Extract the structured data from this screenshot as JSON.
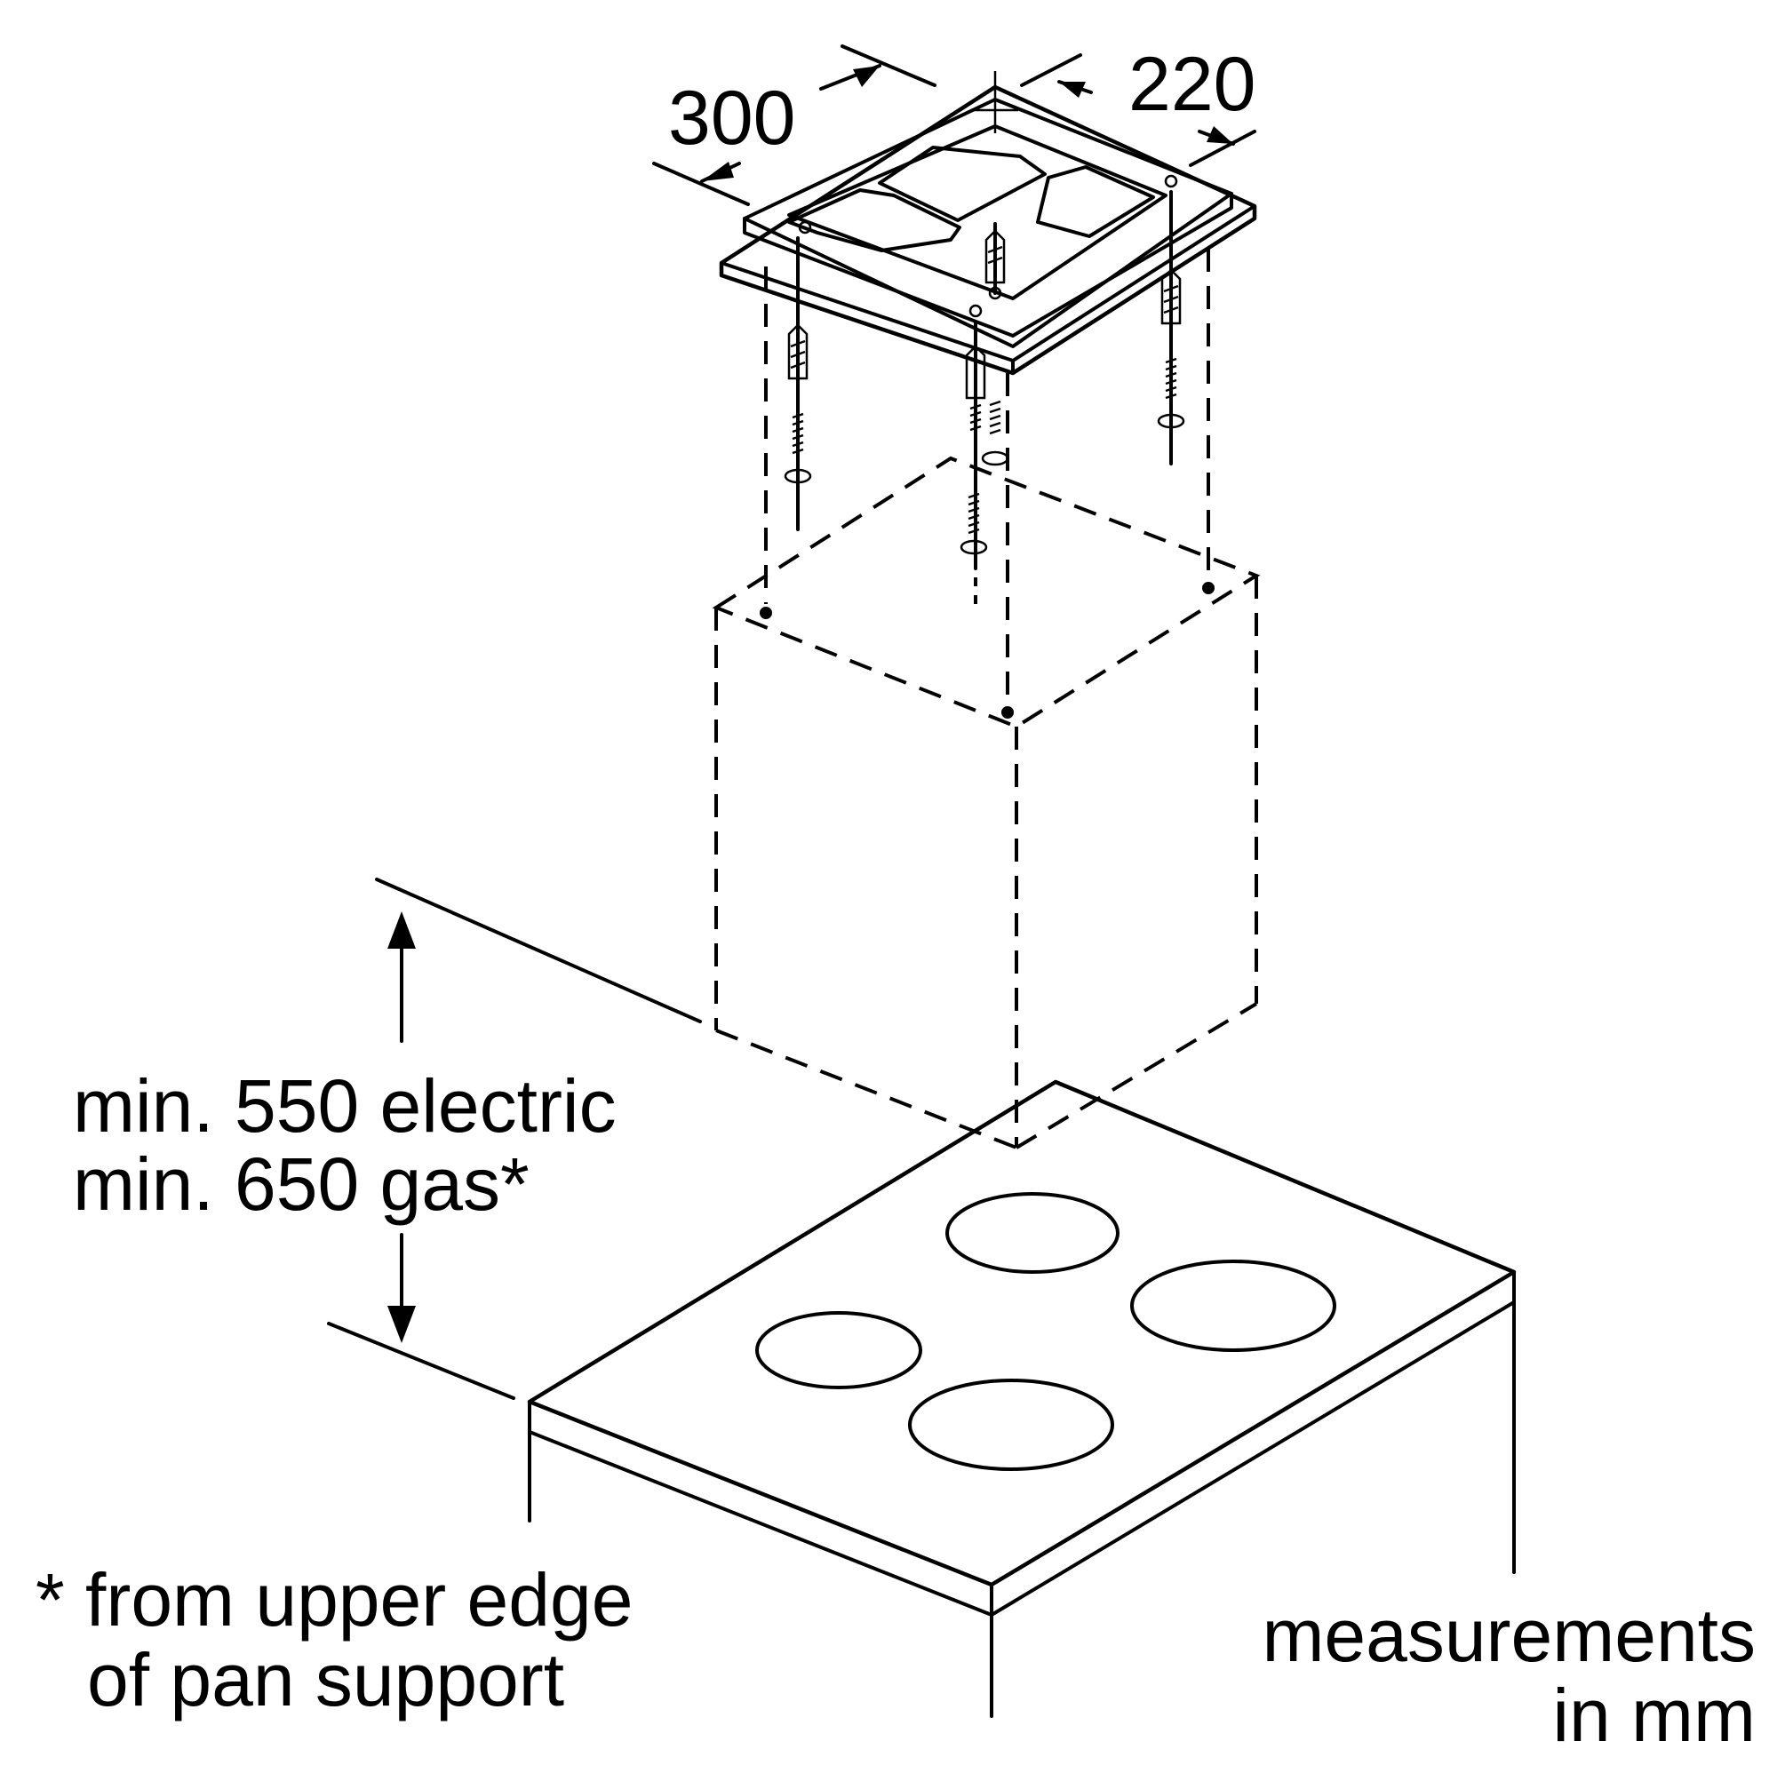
{
  "dimensions": {
    "depth": "300",
    "width": "220",
    "height_electric": "min. 550 electric",
    "height_gas": "min. 650 gas*"
  },
  "footnote": {
    "line1": "* from upper edge",
    "line2": "of pan support"
  },
  "units_note": {
    "line1": "measurements",
    "line2": "in mm"
  }
}
